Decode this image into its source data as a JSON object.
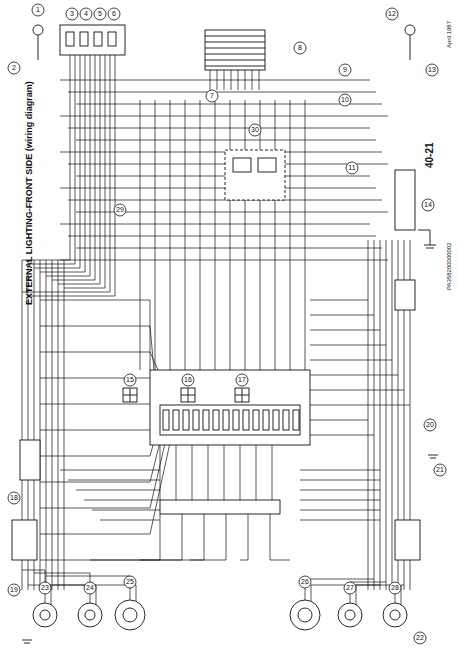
{
  "diagram": {
    "title": "EXTERNAL LIGHTING-FRONT SIDE (wiring diagram)",
    "labels": [
      "40-21",
      "April 1987",
      "PA358200000002",
      "1",
      "2",
      "3",
      "4",
      "5",
      "6",
      "7",
      "8",
      "9",
      "10",
      "11",
      "12",
      "13",
      "14",
      "15",
      "16",
      "17",
      "18",
      "19",
      "20",
      "21",
      "22",
      "23",
      "24",
      "25",
      "26",
      "27",
      "28",
      "29",
      "30"
    ]
  }
}
